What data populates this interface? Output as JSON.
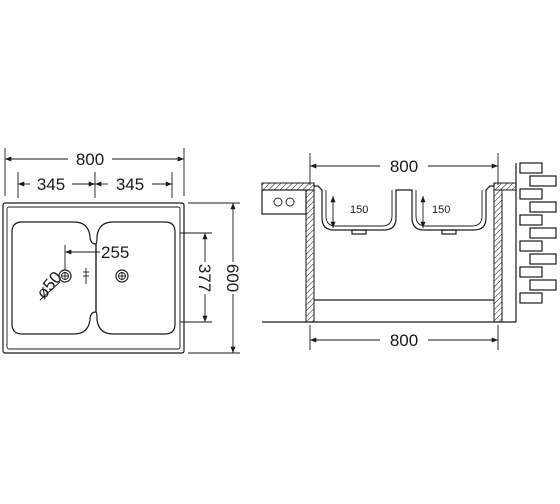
{
  "top_view": {
    "overall_width": "800",
    "bowl_width_left": "345",
    "bowl_width_right": "345",
    "overall_depth": "600",
    "bowl_depth": "377",
    "drain_offset": "255",
    "drain_diameter": "ø50"
  },
  "side_view": {
    "top_width": "800",
    "bottom_width": "800",
    "bowl_depth_left": "150",
    "bowl_depth_right": "150"
  }
}
